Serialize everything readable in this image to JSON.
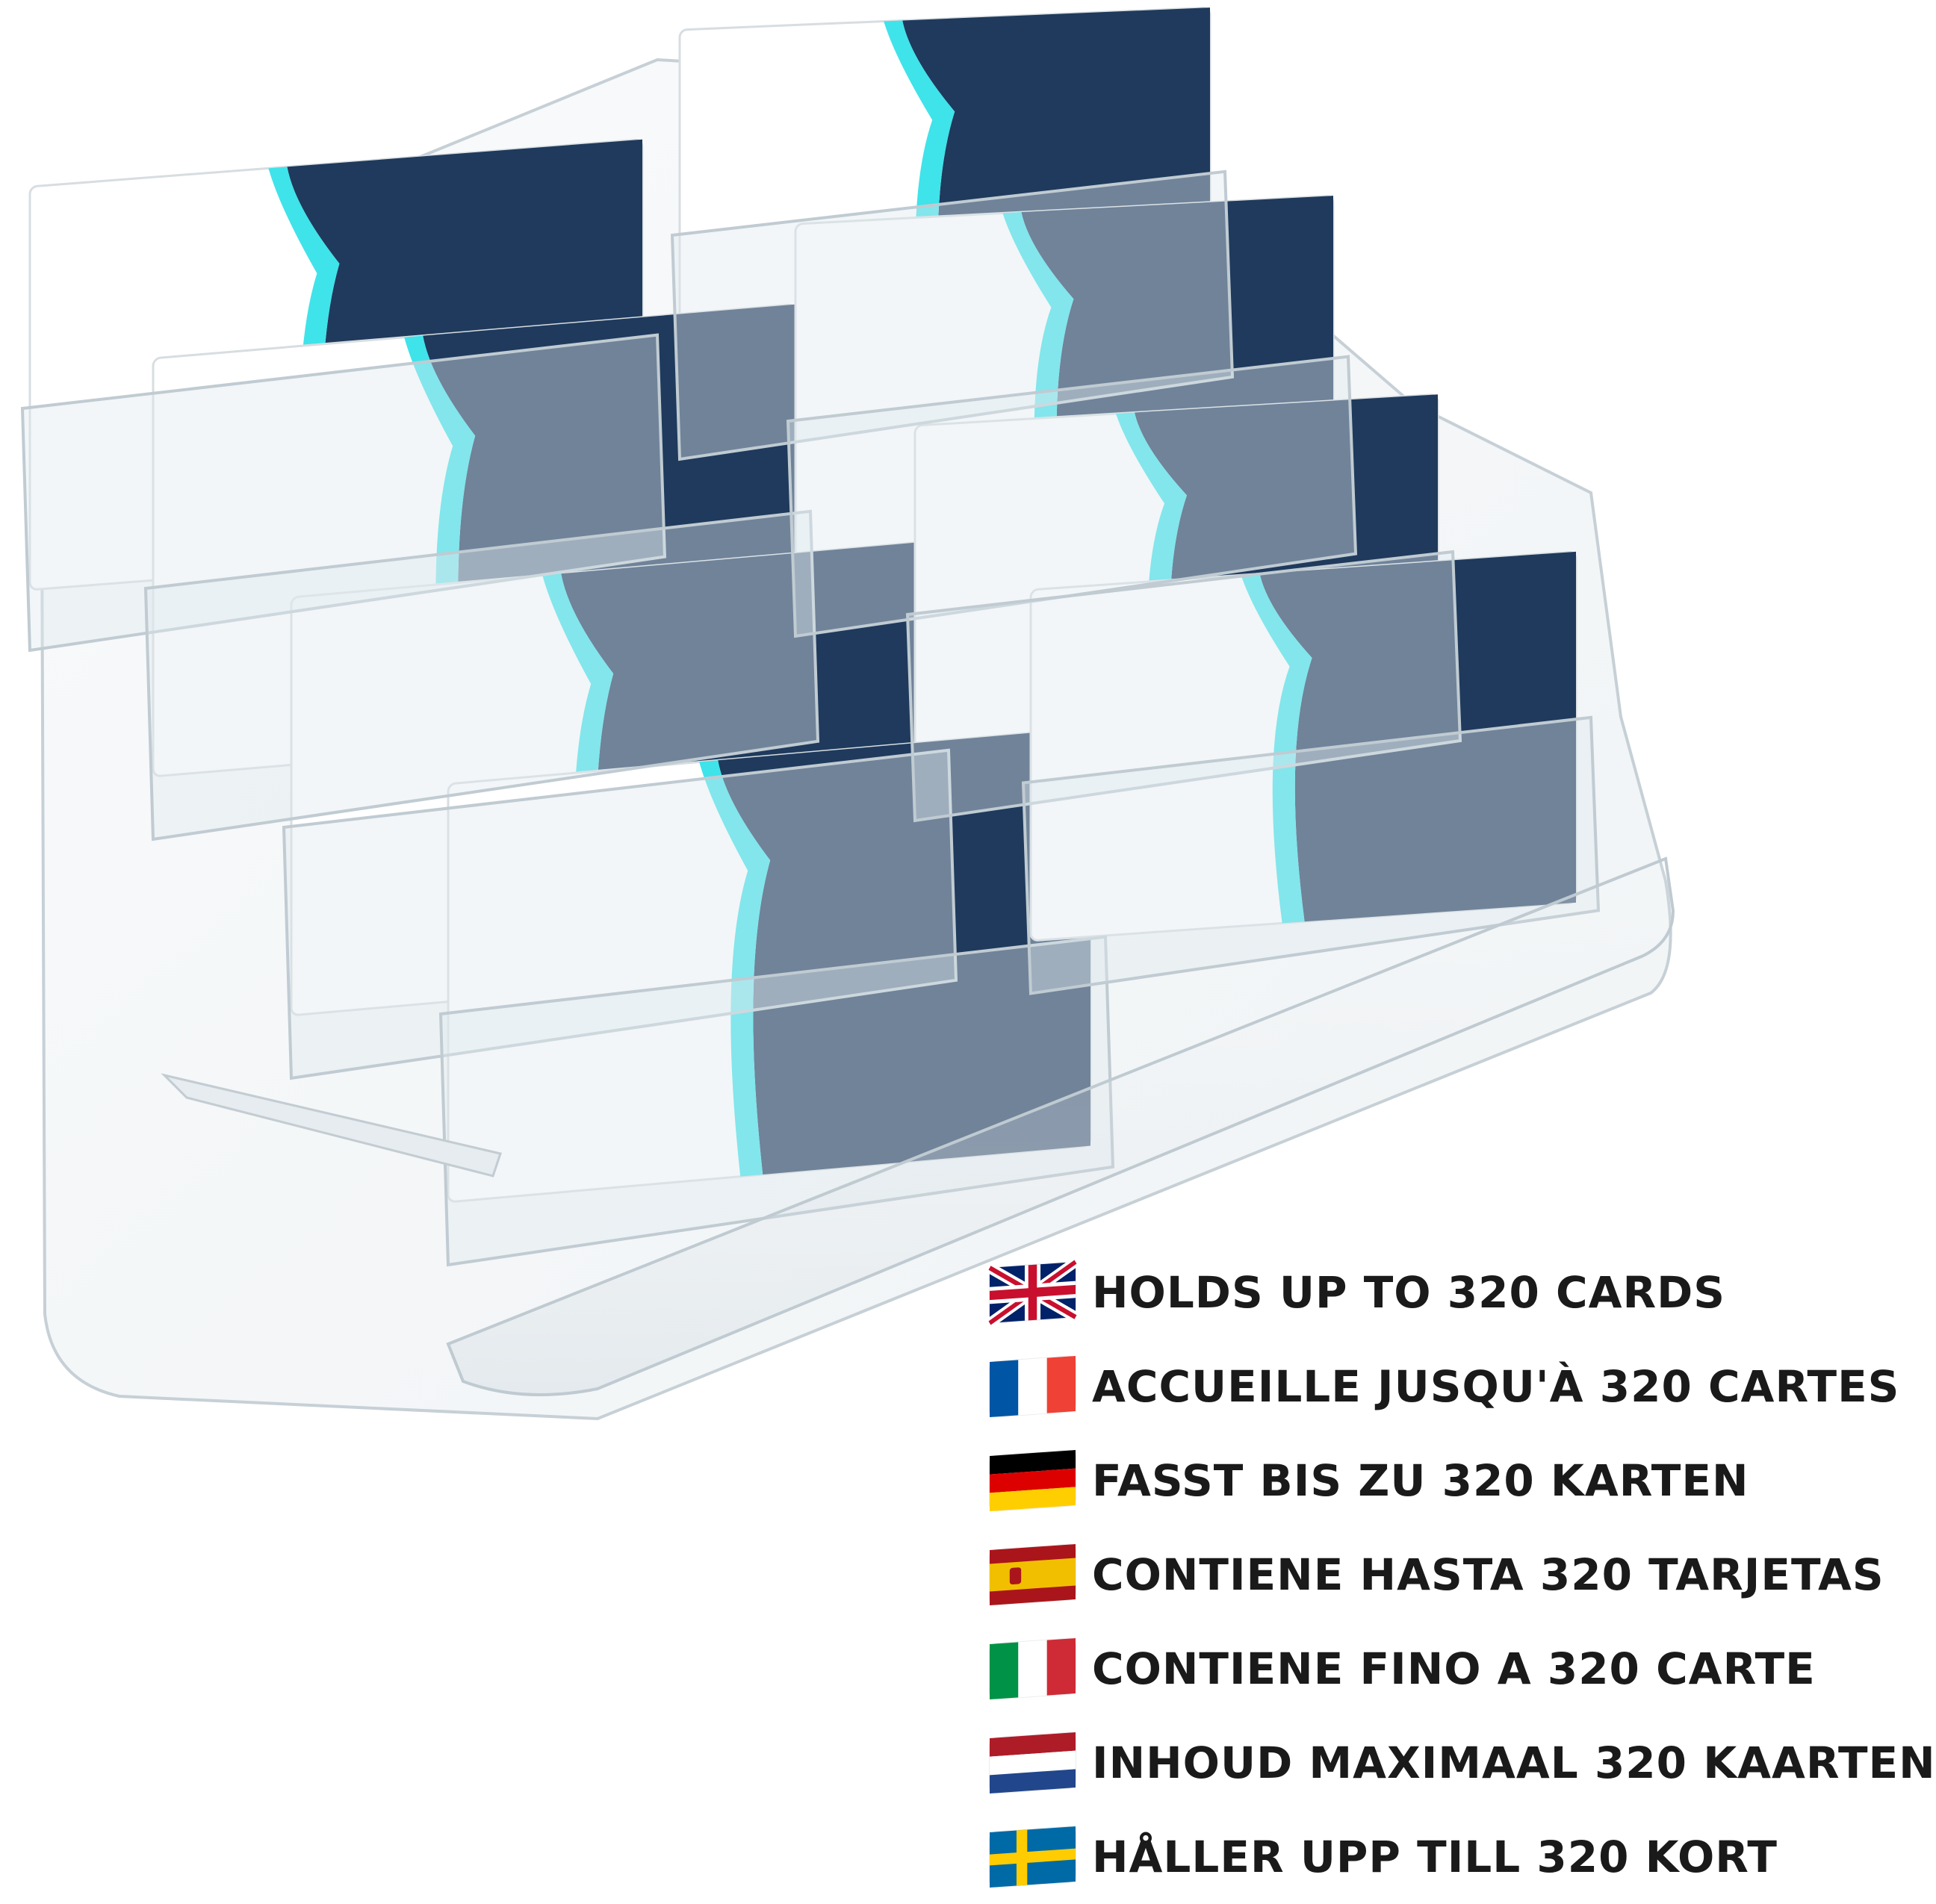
{
  "product": {
    "name_icon": "acrylic-8-pocket-business-card-holder",
    "card_colors": {
      "navy": "#1f3a5c",
      "cyan": "#3fe3ea",
      "white": "#ffffff"
    }
  },
  "claims": [
    {
      "lang": "en",
      "flag_icon": "uk-flag-icon",
      "text": "HOLDS UP TO 320 CARDS"
    },
    {
      "lang": "fr",
      "flag_icon": "france-flag-icon",
      "text": "ACCUEILLE JUSQU'À 320 CARTES"
    },
    {
      "lang": "de",
      "flag_icon": "germany-flag-icon",
      "text": "FASST BIS ZU 320 KARTEN"
    },
    {
      "lang": "es",
      "flag_icon": "spain-flag-icon",
      "text": "CONTIENE HASTA 320 TARJETAS"
    },
    {
      "lang": "it",
      "flag_icon": "italy-flag-icon",
      "text": "CONTIENE FINO A 320 CARTE"
    },
    {
      "lang": "nl",
      "flag_icon": "netherlands-flag-icon",
      "text": "INHOUD MAXIMAAL 320 KAARTEN"
    },
    {
      "lang": "sv",
      "flag_icon": "sweden-flag-icon",
      "text": "HÅLLER UPP TILL 320 KORT"
    }
  ]
}
